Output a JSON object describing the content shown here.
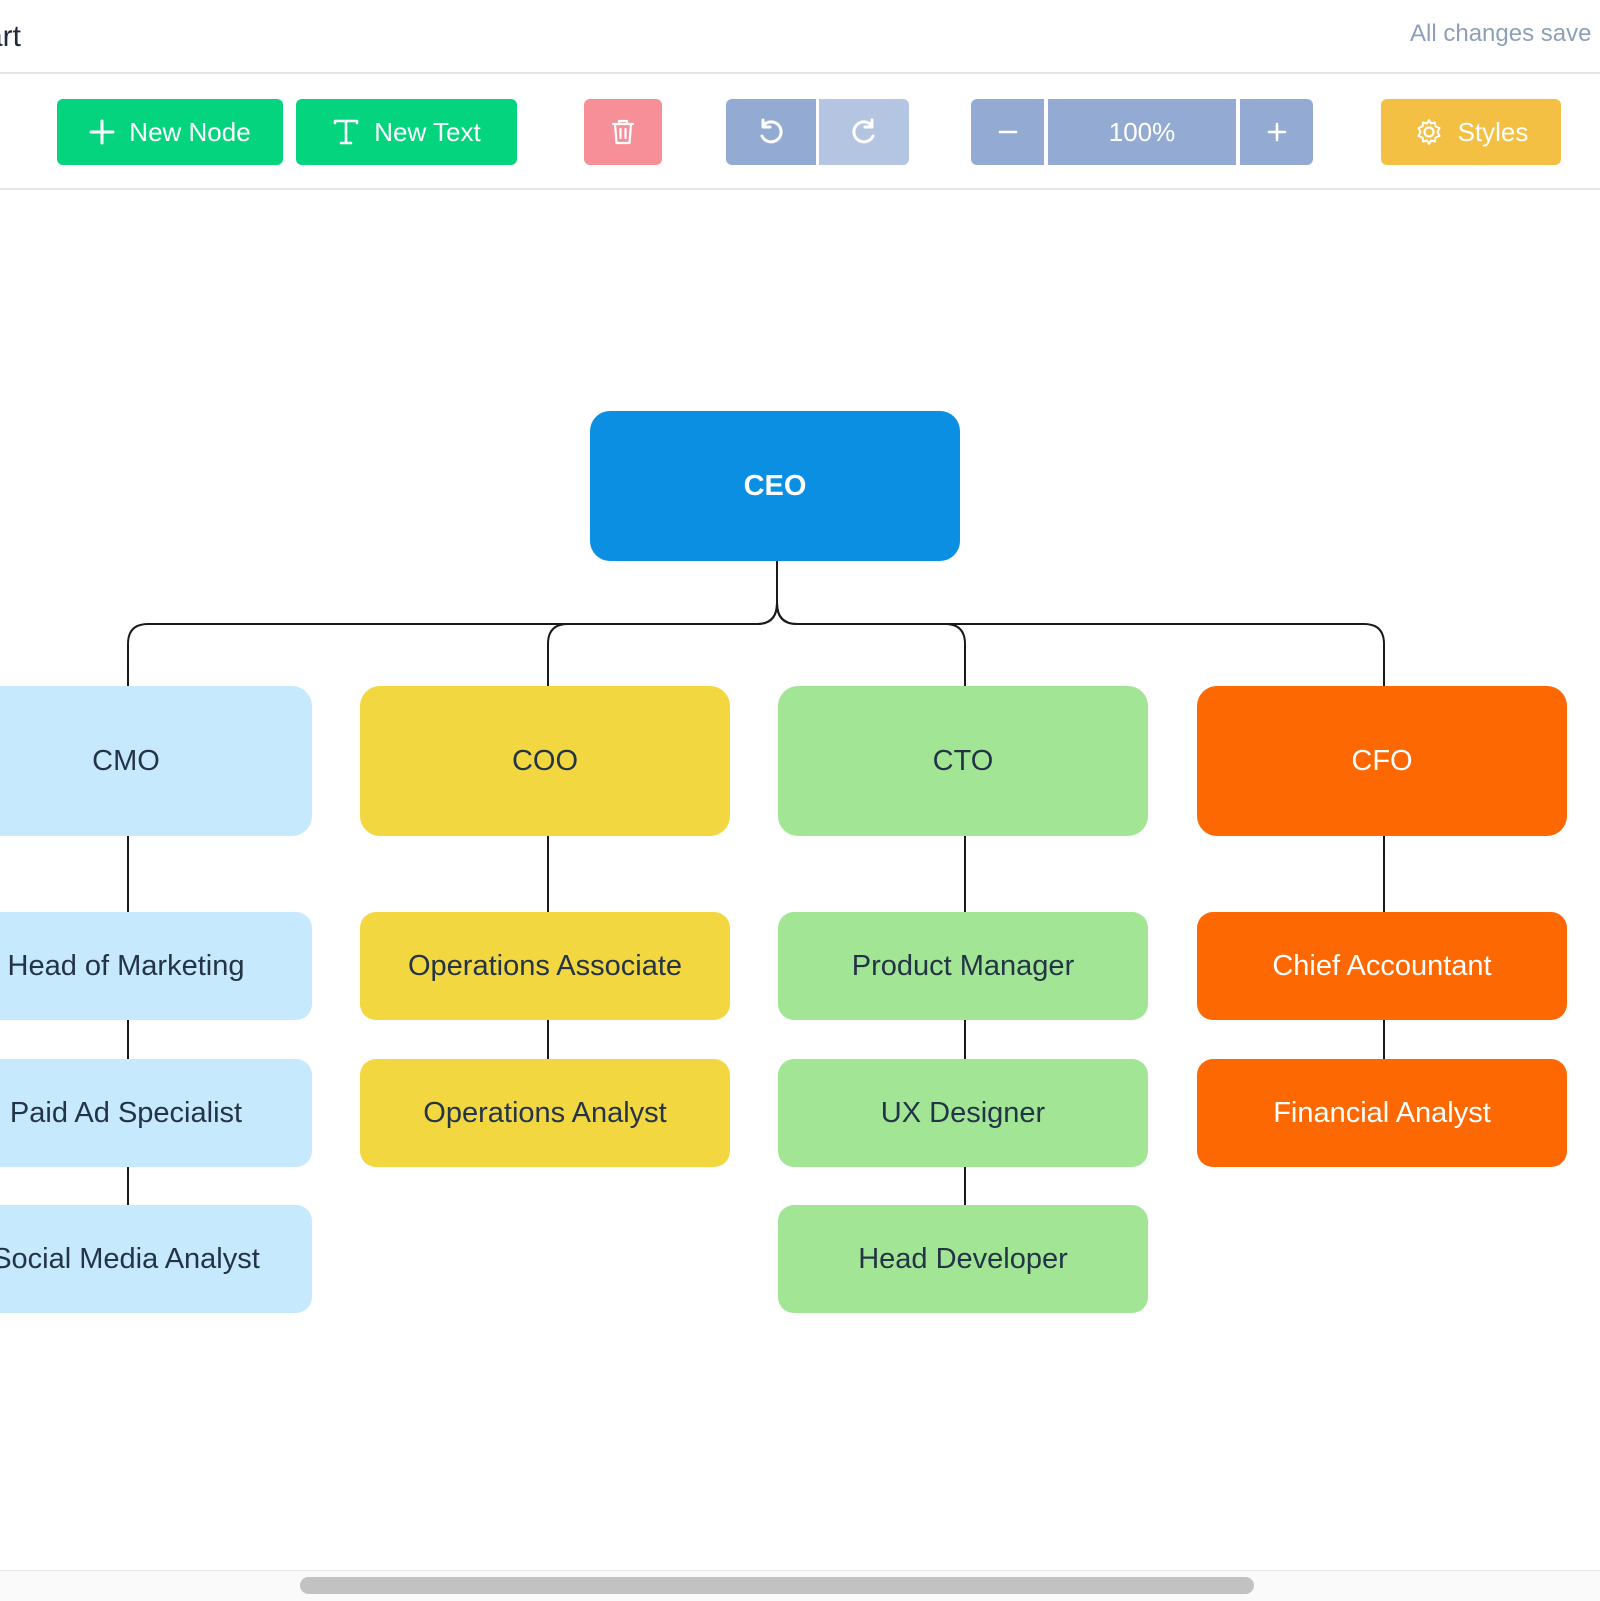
{
  "header": {
    "title": "art",
    "status": "All changes save"
  },
  "toolbar": {
    "new_node_label": "New Node",
    "new_text_label": "New Text",
    "zoom_value": "100%",
    "styles_label": "Styles"
  },
  "colors": {
    "green": "#04d47e",
    "delete": "#f68f97",
    "undo": "#93abd2",
    "redo": "#b4c5e1",
    "styles": "#f3c043",
    "ceo": "#0a8fe2",
    "cmo": "#c6e9fd",
    "coo": "#f3d740",
    "cto": "#a2e695",
    "cfo": "#fe6802"
  },
  "icons": {
    "new_node": "plus-icon",
    "new_text": "text-icon",
    "delete": "trash-icon",
    "undo": "undo-icon",
    "redo": "redo-icon",
    "zoom_out": "minus-icon",
    "zoom_in": "plus-icon",
    "styles": "gear-icon"
  },
  "org": {
    "ceo": "CEO",
    "cmo": {
      "label": "CMO",
      "reports": [
        "Head of Marketing",
        "Paid Ad Specialist",
        "Social Media Analyst"
      ]
    },
    "coo": {
      "label": "COO",
      "reports": [
        "Operations Associate",
        "Operations Analyst"
      ]
    },
    "cto": {
      "label": "CTO",
      "reports": [
        "Product Manager",
        "UX Designer",
        "Head Developer"
      ]
    },
    "cfo": {
      "label": "CFO",
      "reports": [
        "Chief Accountant",
        "Financial Analyst"
      ]
    }
  }
}
